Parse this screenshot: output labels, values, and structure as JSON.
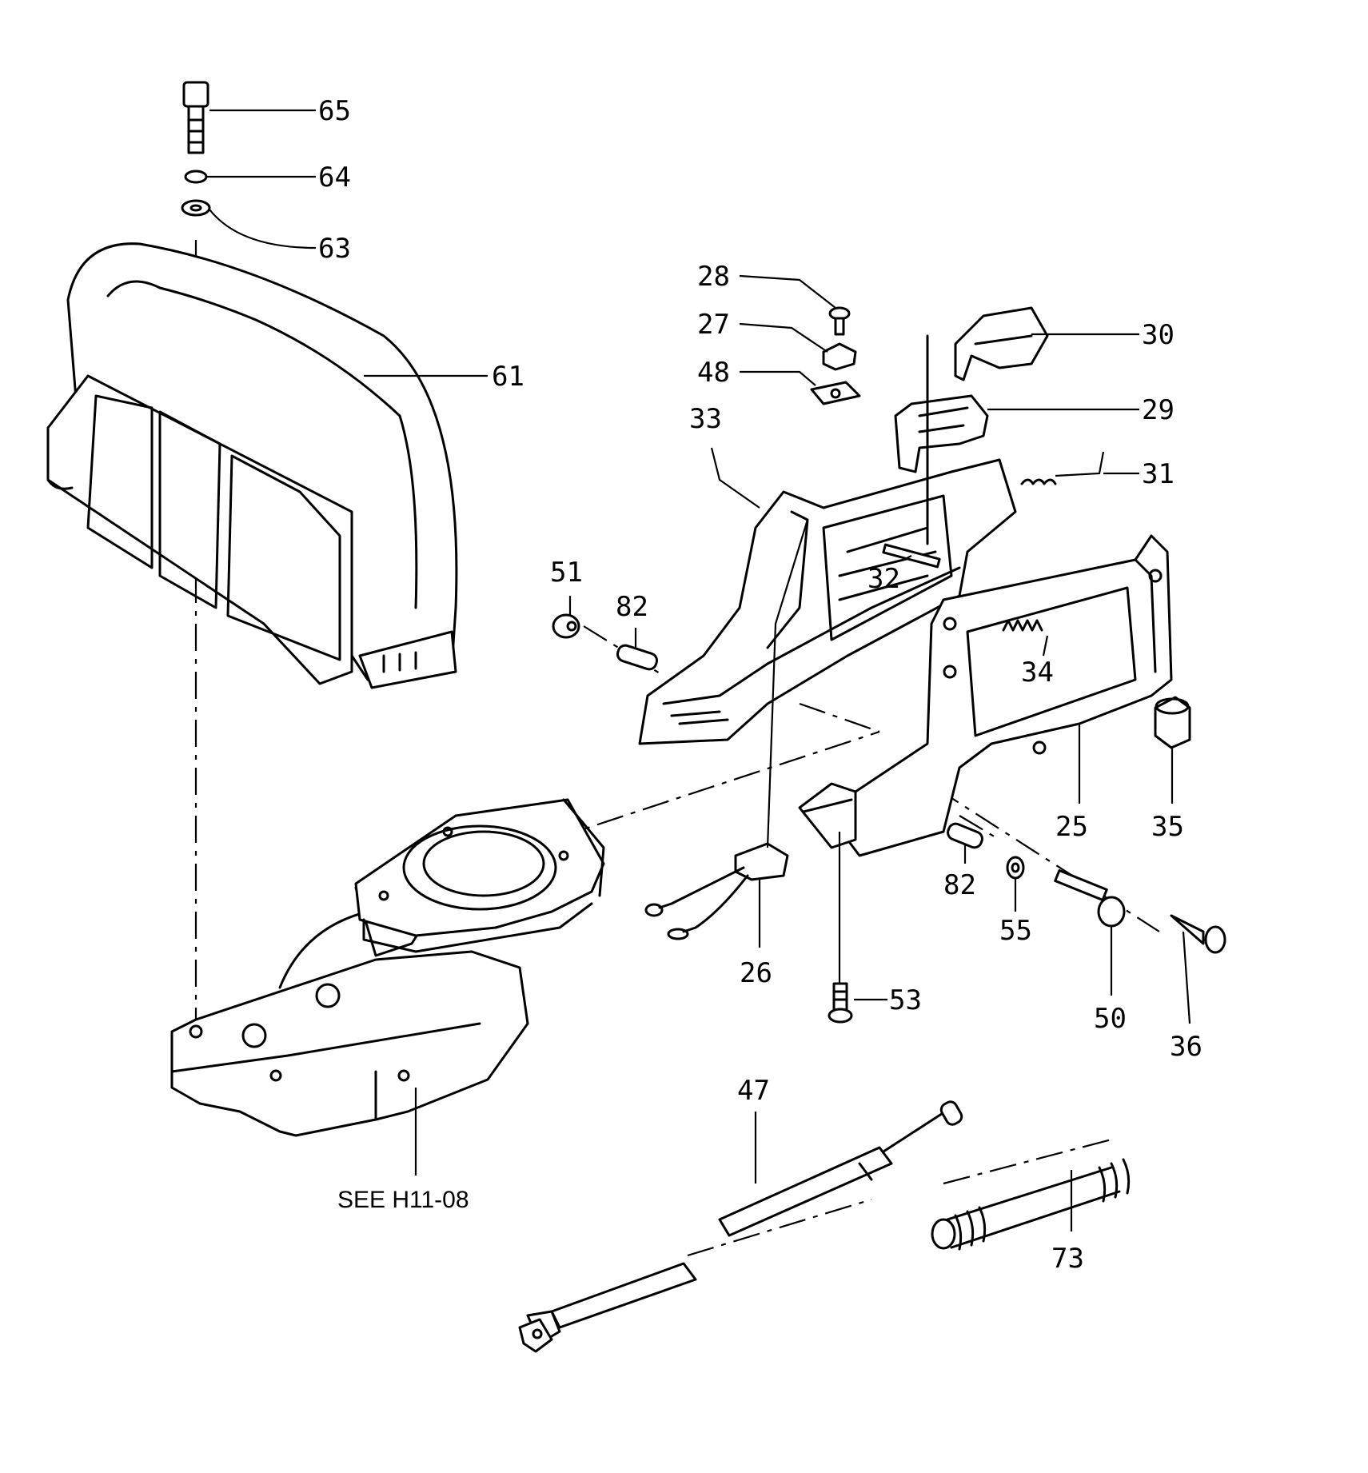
{
  "diagram": {
    "callouts": [
      "65",
      "64",
      "63",
      "61",
      "28",
      "27",
      "48",
      "33",
      "30",
      "29",
      "31",
      "32",
      "51",
      "82",
      "34",
      "35",
      "25",
      "82",
      "55",
      "50",
      "36",
      "26",
      "53",
      "47",
      "73"
    ],
    "reference_note": "SEE H11-08"
  }
}
